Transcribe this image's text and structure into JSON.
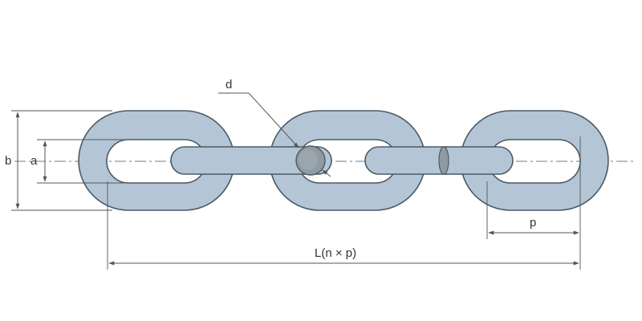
{
  "diagram": {
    "labels": {
      "d": "d",
      "a": "a",
      "b": "b",
      "p": "p",
      "length": "L(n × p)"
    },
    "colors": {
      "link_fill": "#b4c6d6",
      "link_stroke": "#4a5a66",
      "cut_fill": "#8f9aa3",
      "dimension_line": "#555555",
      "axis_line": "#8a96a0"
    }
  }
}
